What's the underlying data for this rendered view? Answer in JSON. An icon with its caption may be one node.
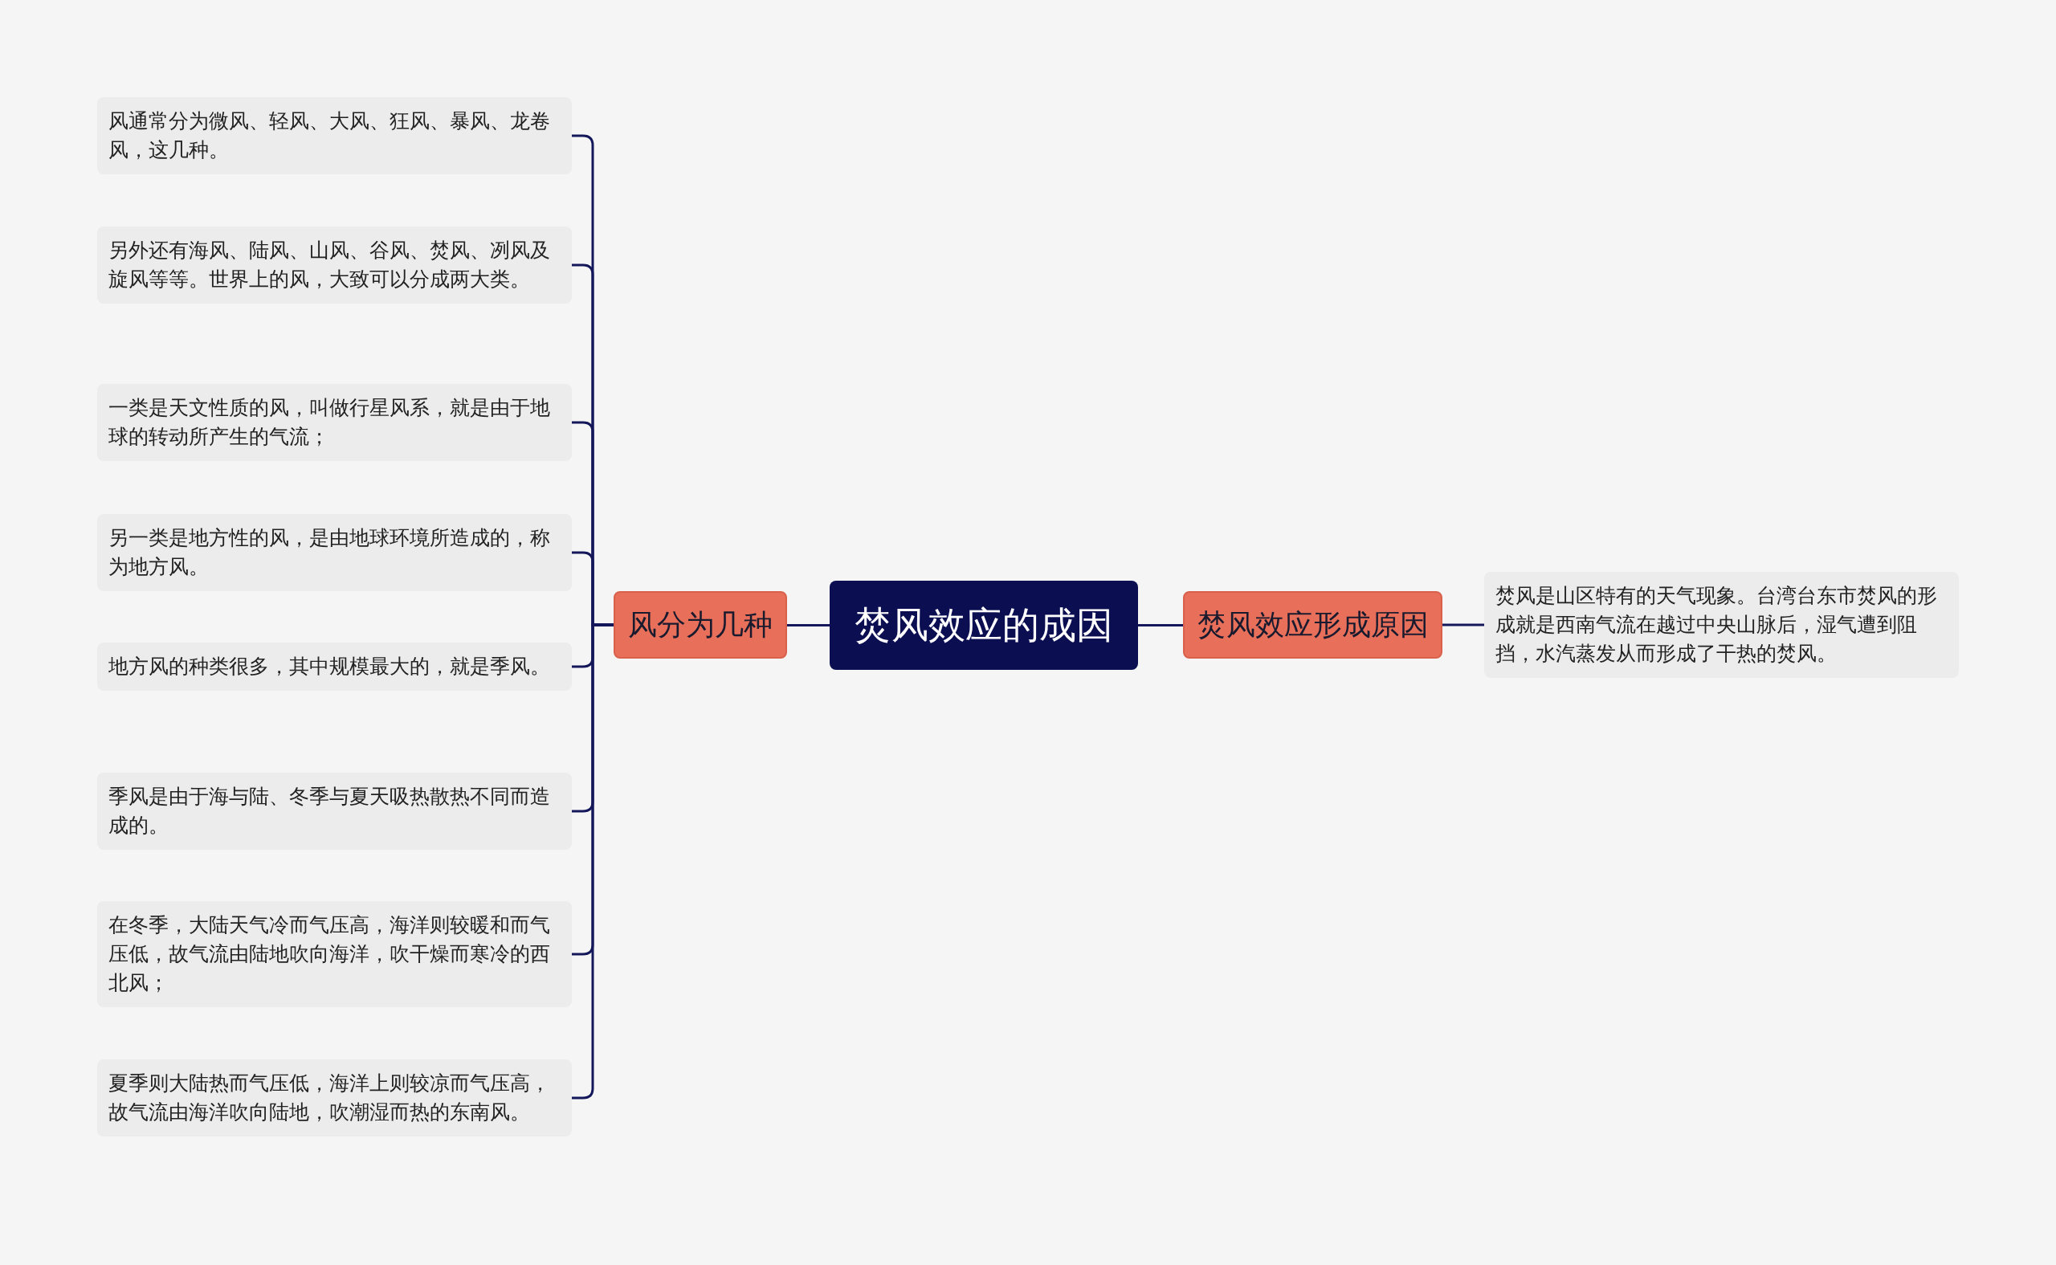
{
  "diagram": {
    "nodes": [
      {
        "text": [
          "焚风效应的成因"
        ]
      },
      {
        "text": [
          "风分为几种"
        ]
      },
      {
        "text": [
          "风通常分为微风、轻风、大风、狂风、暴风、龙卷风，这几种。"
        ]
      },
      {
        "text": [
          "另外还有海风、陆风、山风、谷风、焚风、冽风及旋风等等。世界上的风，大致可以分成两大类。"
        ]
      },
      {
        "text": [
          "一类是天文性质的风，叫做行星风系，就是由于地球的转动所产生的气流；"
        ]
      },
      {
        "text": [
          "另一类是地方性的风，是由地球环境所造成的，称为地方风。"
        ]
      },
      {
        "text": [
          "地方风的种类很多，其中规模最大的，就是季风。"
        ]
      },
      {
        "text": [
          "季风是由于海与陆、冬季与夏天吸热散热不同而造成的。"
        ]
      },
      {
        "text": [
          "在冬季，大陆天气冷而气压高，海洋则较暖和而气压低，故气流由陆地吹向海洋，吹干燥而寒冷的西北风；"
        ]
      },
      {
        "text": [
          "夏季则大陆热而气压低，海洋上则较凉而气压高，故气流由海洋吹向陆地，吹潮湿而热的东南风。"
        ]
      },
      {
        "text": [
          "焚风效应形成原因"
        ]
      },
      {
        "text": [
          "焚风是山区特有的天气现象。台湾台东市焚风的形成就是西南气流在越过中央山脉后，湿气遭到阻挡，水汽蒸发从而形成了干热的焚风。"
        ]
      }
    ],
    "edges": [
      {
        "from": 0,
        "to": 1,
        "arrow": "none"
      },
      {
        "from": 1,
        "to": 2,
        "arrow": "none"
      },
      {
        "from": 1,
        "to": 3,
        "arrow": "none"
      },
      {
        "from": 1,
        "to": 4,
        "arrow": "none"
      },
      {
        "from": 1,
        "to": 5,
        "arrow": "none"
      },
      {
        "from": 1,
        "to": 6,
        "arrow": "none"
      },
      {
        "from": 1,
        "to": 7,
        "arrow": "none"
      },
      {
        "from": 1,
        "to": 8,
        "arrow": "none"
      },
      {
        "from": 1,
        "to": 9,
        "arrow": "none"
      },
      {
        "from": 0,
        "to": 10,
        "arrow": "none"
      },
      {
        "from": 10,
        "to": 11,
        "arrow": "none"
      }
    ]
  }
}
